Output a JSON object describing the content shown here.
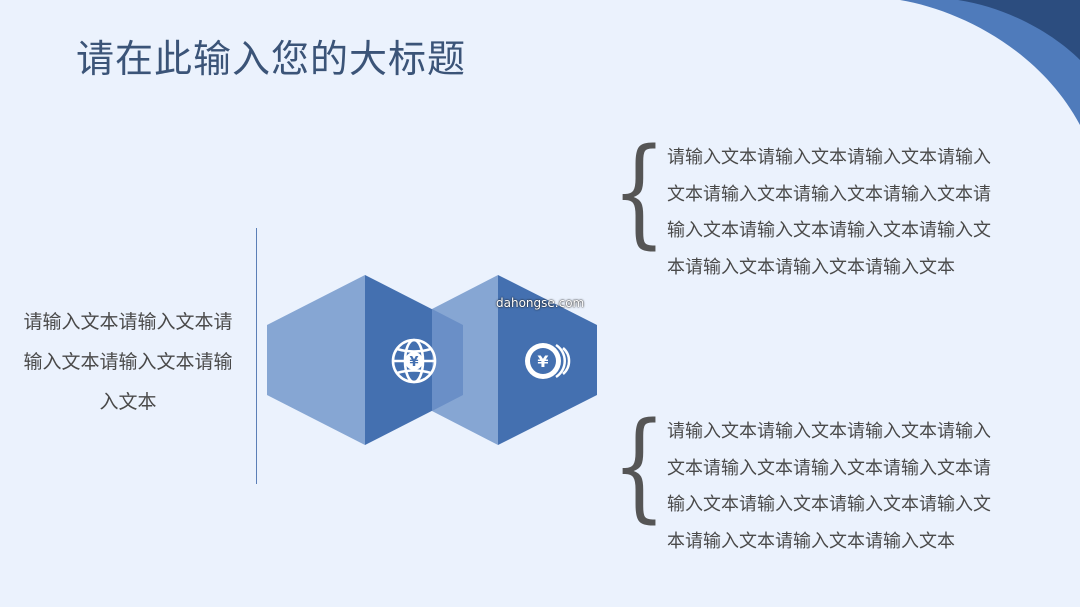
{
  "slide": {
    "title": "请在此输入您的大标题",
    "left_text": "请输入文本请输入文本请输入文本请输入文本请输入文本",
    "right_blocks": [
      {
        "text": "请输入文本请输入文本请输入文本请输入\n文本请输入文本请输入文本请输入文本请\n输入文本请输入文本请输入文本请输入文\n本请输入文本请输入文本请输入文本"
      },
      {
        "text": "请输入文本请输入文本请输入文本请输入\n文本请输入文本请输入文本请输入文本请\n输入文本请输入文本请输入文本请输入文\n本请输入文本请输入文本请输入文本"
      }
    ],
    "watermark": "dahongse.com"
  },
  "icons": [
    "globe-yen-icon",
    "coins-yen-icon"
  ],
  "colors": {
    "background": "#ebf2fd",
    "title": "#3b5478",
    "hex_light": "#86a6d3",
    "hex_dark": "#4470b0",
    "corner_dark": "#2c4d7f",
    "corner_light": "#5b83bd"
  }
}
